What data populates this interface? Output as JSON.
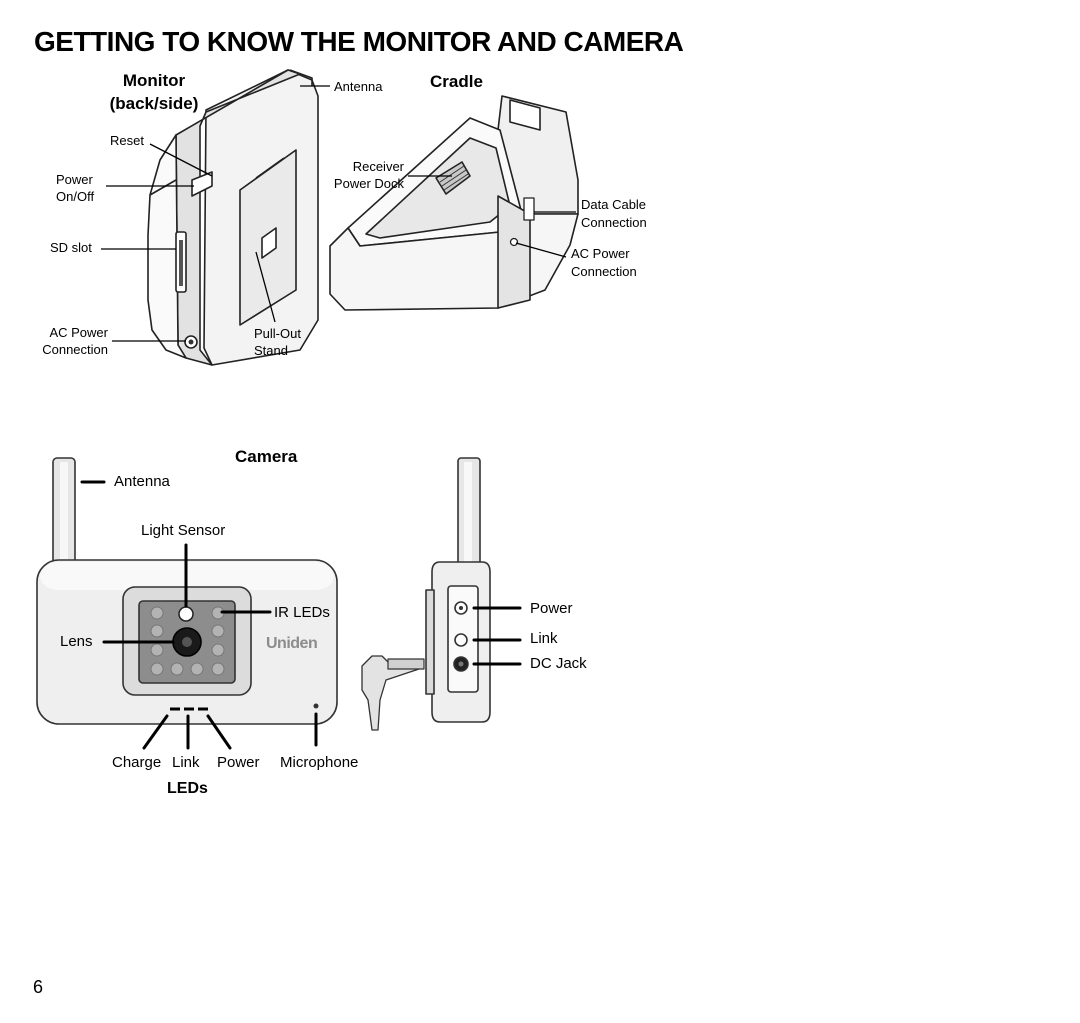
{
  "page": {
    "title": "GETTING TO KNOW THE MONITOR AND CAMERA",
    "number": "6"
  },
  "monitor": {
    "heading_line1": "Monitor",
    "heading_line2": "(back/side)",
    "labels": {
      "reset": "Reset",
      "power_line1": "Power",
      "power_line2": "On/Off",
      "sd_slot": "SD slot",
      "ac_power_line1": "AC Power",
      "ac_power_line2": "Connection",
      "antenna": "Antenna",
      "stand_line1": "Pull-Out",
      "stand_line2": "Stand"
    }
  },
  "cradle": {
    "heading": "Cradle",
    "labels": {
      "receiver_line1": "Receiver",
      "receiver_line2": "Power Dock",
      "data_cable_line1": "Data Cable",
      "data_cable_line2": "Connection",
      "ac_power_line1": "AC Power",
      "ac_power_line2": "Connection"
    }
  },
  "camera": {
    "heading": "Camera",
    "brand": "Uniden",
    "labels": {
      "antenna": "Antenna",
      "light_sensor": "Light Sensor",
      "ir_leds": "IR LEDs",
      "lens": "Lens",
      "charge": "Charge",
      "link": "Link",
      "power": "Power",
      "microphone": "Microphone",
      "leds": "LEDs"
    },
    "side_labels": {
      "power": "Power",
      "link": "Link",
      "dc_jack": "DC Jack"
    }
  }
}
